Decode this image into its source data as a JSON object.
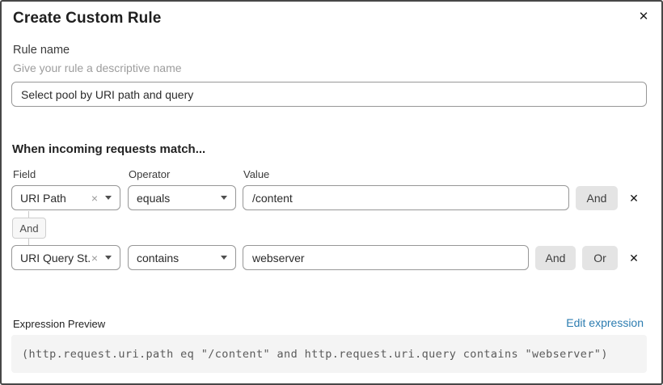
{
  "dialog": {
    "title": "Create Custom Rule",
    "close_icon": "✕"
  },
  "rule_name": {
    "label": "Rule name",
    "helper": "Give your rule a descriptive name",
    "value": "Select pool by URI path and query"
  },
  "match_section": {
    "heading": "When incoming requests match...",
    "columns": {
      "field": "Field",
      "operator": "Operator",
      "value": "Value"
    },
    "rows": [
      {
        "field": "URI Path",
        "operator": "equals",
        "value": "/content"
      },
      {
        "field": "URI Query St...",
        "operator": "contains",
        "value": "webserver"
      }
    ],
    "connector_label": "And",
    "and_label": "And",
    "or_label": "Or",
    "clear_icon": "×",
    "remove_icon": "✕"
  },
  "expression": {
    "label": "Expression Preview",
    "edit_link": "Edit expression",
    "code": "(http.request.uri.path eq \"/content\" and http.request.uri.query contains \"webserver\")"
  },
  "colors": {
    "link": "#2c7cb0",
    "button_bg": "#e4e4e4",
    "code_bg": "#f4f4f4",
    "border_dark": "#474747"
  }
}
